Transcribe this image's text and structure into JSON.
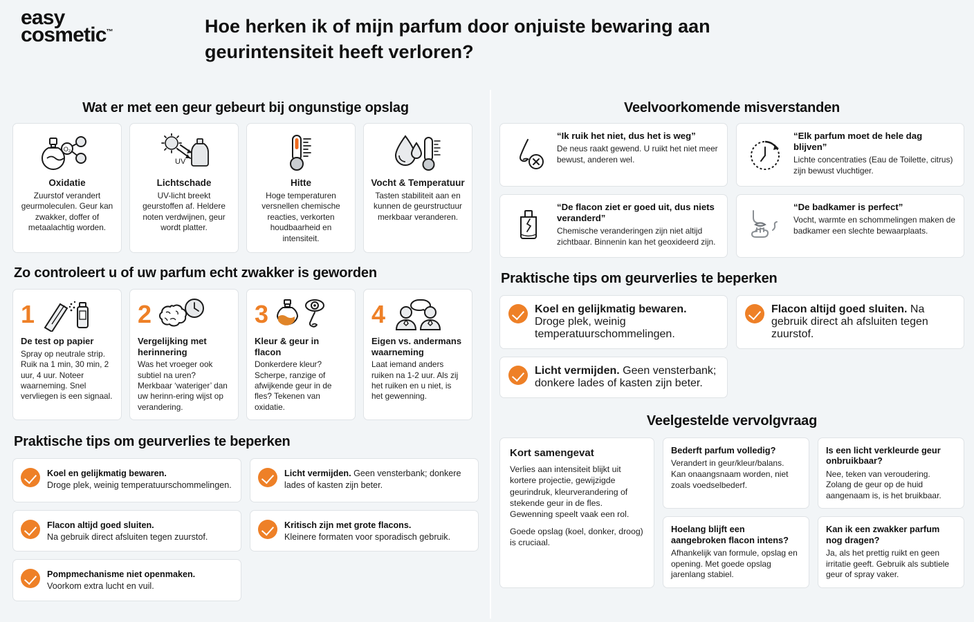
{
  "brand": {
    "line1": "easy",
    "line2": "cosmetic",
    "tm": "™"
  },
  "title": "Hoe herken ik of mijn parfum door onjuiste bewaring aan geurintensiteit heeft verloren?",
  "colors": {
    "accent": "#ee8027",
    "background": "#f2f5f7",
    "card": "#ffffff",
    "border": "#dfe3e6",
    "text": "#1a1a1a"
  },
  "left": {
    "causes_heading": "Wat er met een geur gebeurt bij ongunstige opslag",
    "causes": [
      {
        "icon": "perfume-bottle-oxygen-icon",
        "name": "Oxidatie",
        "desc": "Zuurstof verandert geurmoleculen. Geur kan zwakker, doffer of metaalachtig worden."
      },
      {
        "icon": "sun-uv-bottle-icon",
        "name": "Lichtschade",
        "desc": "UV-licht breekt geurstoffen af. Heldere noten verdwijnen, geur wordt platter."
      },
      {
        "icon": "thermometer-icon",
        "name": "Hitte",
        "desc": "Hoge temperaturen versnellen chemische reacties, verkorten houdbaarheid en intensiteit."
      },
      {
        "icon": "droplet-thermometer-icon",
        "name": "Vocht & Temperatuur",
        "desc": "Tasten stabiliteit aan en kunnen de geurstructuur merkbaar veranderen."
      }
    ],
    "steps_heading": "Zo controleert u of uw parfum echt zwakker is geworden",
    "steps": [
      {
        "num": "1",
        "icon": "paper-strip-spray-icon",
        "name": "De test op papier",
        "desc": "Spray op neutrale strip. Ruik na 1 min, 30 min, 2 uur, 4 uur. Noteer waarneming. Snel vervliegen is een signaal."
      },
      {
        "num": "2",
        "icon": "brain-clock-icon",
        "name": "Vergelijking met herinnering",
        "desc": "Was het vroeger ook subtiel na uren? Merkbaar ‘wateriger’ dan uw herinn-ering wijst op verandering."
      },
      {
        "num": "3",
        "icon": "bottle-eye-nose-icon",
        "name": "Kleur & geur in flacon",
        "desc": "Donkerdere kleur? Scherpe, ranzige of afwijkende geur in de fles? Tekenen van oxidatie."
      },
      {
        "num": "4",
        "icon": "two-people-speech-icon",
        "name": "Eigen vs. andermans waarneming",
        "desc": "Laat iemand anders ruiken na 1-2 uur. Als zij het ruiken en u niet, is het gewenning."
      }
    ],
    "tips_heading": "Praktische tips om geurverlies te beperken",
    "tips_col1": [
      {
        "icon": "check-circle-icon",
        "bold": "Koel en gelijkmatig bewaren.",
        "rest": "Droge plek, weinig temperatuurschommelingen."
      },
      {
        "icon": "check-circle-icon",
        "bold": "Flacon altijd goed sluiten.",
        "rest": "Na gebruik direct afsluiten tegen zuurstof."
      },
      {
        "icon": "check-circle-icon",
        "bold": "Pompmechanisme niet openmaken.",
        "rest": "Voorkom extra lucht en vuil."
      }
    ],
    "tips_col2": [
      {
        "icon": "check-circle-icon",
        "bold": "Licht vermijden.",
        "rest": "Geen vensterbank; donkere lades of kasten zijn beter."
      },
      {
        "icon": "check-circle-icon",
        "bold": "Kritisch zijn met grote flacons.",
        "rest": "Kleinere formaten voor sporadisch gebruik."
      }
    ]
  },
  "right": {
    "misunder_heading": "Veelvoorkomende misverstanden",
    "misunderstandings": [
      {
        "icon": "nose-no-smell-icon",
        "quote": "“Ik ruik het niet, dus het is weg”",
        "answer": "De neus raakt gewend. U ruikt het niet meer bewust, anderen wel."
      },
      {
        "icon": "clock-icon",
        "quote": "“Elk parfum moet de hele dag blijven”",
        "answer": "Lichte concentraties (Eau de Toilette, citrus) zijn bewust vluchtiger."
      },
      {
        "icon": "cracked-bottle-icon",
        "quote": "“De flacon ziet er goed uit, dus niets veranderd”",
        "answer": "Chemische veranderingen zijn niet altijd zichtbaar. Binnenin kan het geoxideerd zijn."
      },
      {
        "icon": "shower-steam-icon",
        "quote": "“De badkamer is perfect”",
        "answer": "Vocht, warmte en schommelingen maken de badkamer een slechte bewaarplaats."
      }
    ],
    "tips_heading": "Praktische tips om geurverlies te beperken",
    "tips": [
      {
        "icon": "check-circle-icon",
        "bold": "Koel en gelijkmatig bewaren.",
        "rest": "Droge plek, weinig temperatuurschommelingen."
      },
      {
        "icon": "check-circle-icon",
        "bold": "Flacon altijd goed sluiten.",
        "rest": "Na gebruik direct ah afsluiten tegen zuurstof."
      },
      {
        "icon": "check-circle-icon",
        "bold": "Licht vermijden.",
        "rest": "Geen vensterbank; donkere lades of kasten zijn beter."
      }
    ],
    "faq_heading": "Veelgestelde vervolgvraag",
    "summary": {
      "title": "Kort samengevat",
      "p1": "Verlies aan intensiteit blijkt uit kortere projectie, gewijzigde geurindruk, kleurverandering of stekende geur in de fles. Gewenning speelt vaak een rol.",
      "p2": "Goede opslag (koel, donker, droog) is cruciaal."
    },
    "faqs": [
      {
        "q": "Bederft parfum volledig?",
        "a": "Verandert in geur/kleur/balans. Kan onaangsnaam worden, niet zoals voedselbederf."
      },
      {
        "q": "Is een licht verkleurde geur onbruikbaar?",
        "a": "Nee, teken van veroudering. Zolang de geur op de huid aangenaam is, is het bruikbaar."
      },
      {
        "q": "Hoelang blijft een aangebroken flacon intens?",
        "a": "Afhankelijk van formule, opslag en opening. Met goede opslag jarenlang stabiel."
      },
      {
        "q": "Kan ik een zwakker parfum nog dragen?",
        "a": "Ja, als het prettig ruikt en geen irritatie geeft. Gebruik als subtiele geur of spray vaker."
      }
    ]
  }
}
